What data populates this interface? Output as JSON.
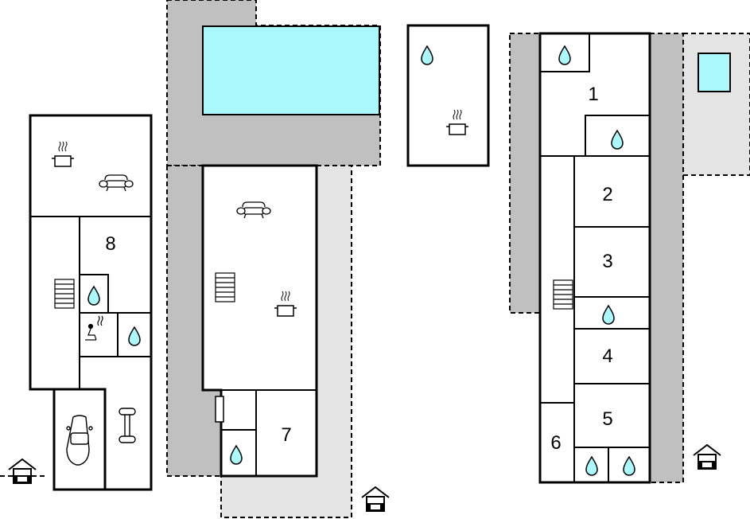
{
  "rooms": {
    "r1": "1",
    "r2": "2",
    "r3": "3",
    "r4": "4",
    "r5": "5",
    "r6": "6",
    "r7": "7",
    "r8": "8"
  },
  "icons": {
    "water": "water-drop-icon",
    "cooking": "cooking-pot-icon",
    "sofa": "sofa-icon",
    "stairs": "stairs-icon",
    "sauna": "sauna-icon",
    "car": "car-icon",
    "table": "table-icon",
    "entrance": "house-entrance-icon"
  },
  "colors": {
    "pool": "#aaf8fc",
    "terrace_dark": "#c0c0c0",
    "terrace_light": "#e4e4e4",
    "wall": "#000000"
  }
}
